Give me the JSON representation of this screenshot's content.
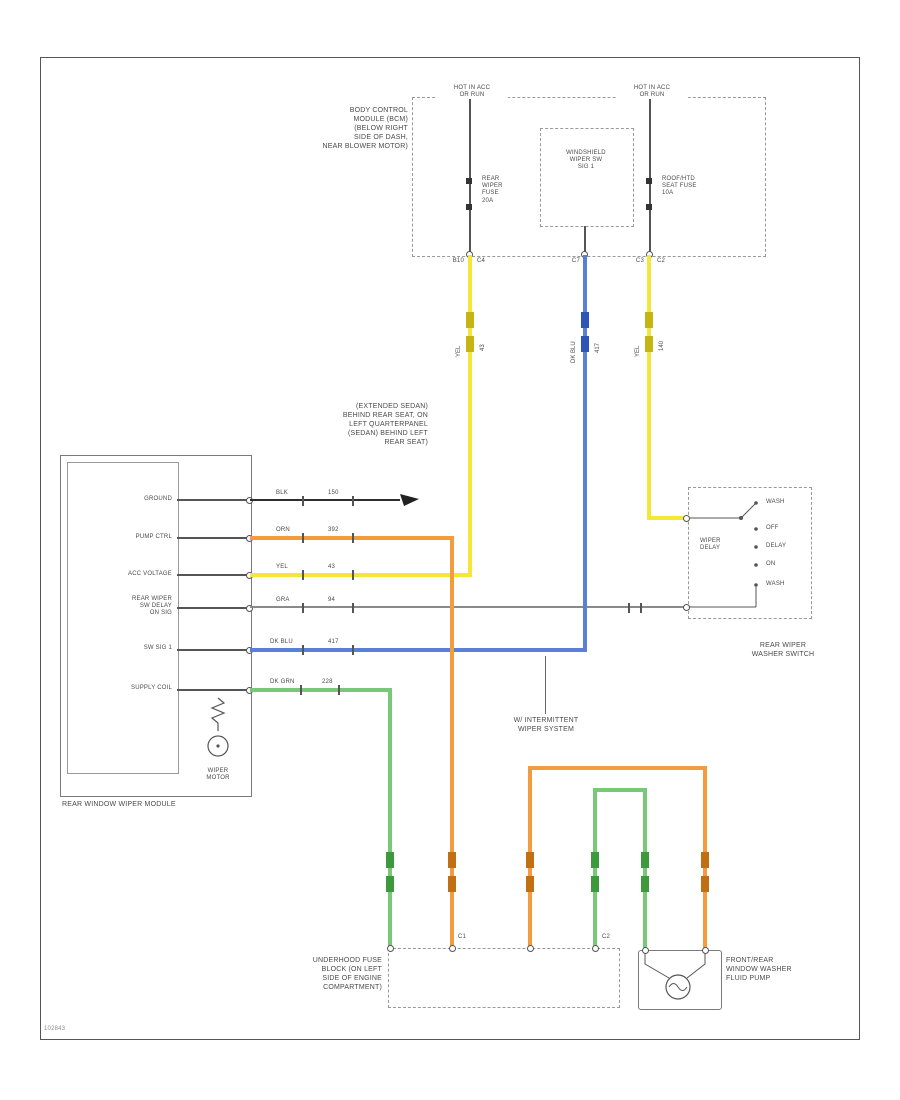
{
  "colors": {
    "yellow": "#f5e73a",
    "orange": "#f49b3d",
    "green": "#77c877",
    "blue": "#5b7ed7",
    "yellow_dark": "#c4b513",
    "orange_dark": "#c26f14",
    "green_dark": "#3c9a3c",
    "blue_dark": "#2f55b8",
    "black_wire": "#2e2e2e",
    "gray_wire": "#8a8a8a",
    "text": "#4a4a4a"
  },
  "doc": {
    "code": "102843"
  },
  "bcm": {
    "note": "BODY CONTROL\nMODULE (BCM)\n(BELOW RIGHT\nSIDE OF DASH,\nNEAR BLOWER MOTOR)",
    "rail_left": "HOT IN ACC\nOR RUN",
    "rail_right": "HOT IN ACC\nOR RUN",
    "fuse_left": "REAR\nWIPER\nFUSE\n20A",
    "fuse_right": "ROOF/HTD\nSEAT FUSE\n10A",
    "inner": "WINDSHIELD\nWIPER SW\nSIG 1",
    "pin_b10": "B10",
    "pin_c4": "C4",
    "pin_c7": "C7",
    "pin_c3": "C3",
    "pin_c2": "C2"
  },
  "verticals": {
    "left_color": "YEL",
    "left_circuit": "43",
    "mid_color": "DK BLU",
    "mid_circuit": "417",
    "right_color": "YEL",
    "right_circuit": "140"
  },
  "module": {
    "label": "REAR WINDOW WIPER MODULE",
    "pin1": "GROUND",
    "pin2": "PUMP CTRL",
    "pin3": "ACC VOLTAGE",
    "pin4": "REAR WIPER\nSW DELAY\nON SIG",
    "pin5": "SW SIG 1",
    "pin6": "SUPPLY COIL",
    "motor": "WIPER\nMOTOR"
  },
  "wire_labels": {
    "ground_color": "BLK",
    "ground_circuit": "150",
    "pump_color": "ORN",
    "pump_circuit": "392",
    "acc_color": "YEL",
    "acc_circuit": "43",
    "delay_color": "GRA",
    "delay_circuit": "94",
    "swsig_color": "DK BLU",
    "swsig_circuit": "417",
    "supply_color": "DK GRN",
    "supply_circuit": "228"
  },
  "notes": {
    "ground": "(EXTENDED SEDAN)\nBEHIND REAR SEAT, ON\nLEFT QUARTERPANEL\n(SEDAN) BEHIND LEFT\nREAR SEAT)",
    "intermittent": "W/ INTERMITTENT\nWIPER SYSTEM"
  },
  "switch": {
    "label": "REAR WIPER\nWASHER SWITCH",
    "inner": "WIPER\nDELAY",
    "pos1": "WASH",
    "pos2": "OFF",
    "pos3": "DELAY",
    "pos4": "ON",
    "pos5": "WASH"
  },
  "bottom": {
    "fuse_block": "UNDERHOOD FUSE\nBLOCK (ON LEFT\nSIDE OF ENGINE\nCOMPARTMENT)",
    "pump": "FRONT/REAR\nWINDOW WASHER\nFLUID PUMP",
    "c1": "C1",
    "c2": "C2"
  }
}
